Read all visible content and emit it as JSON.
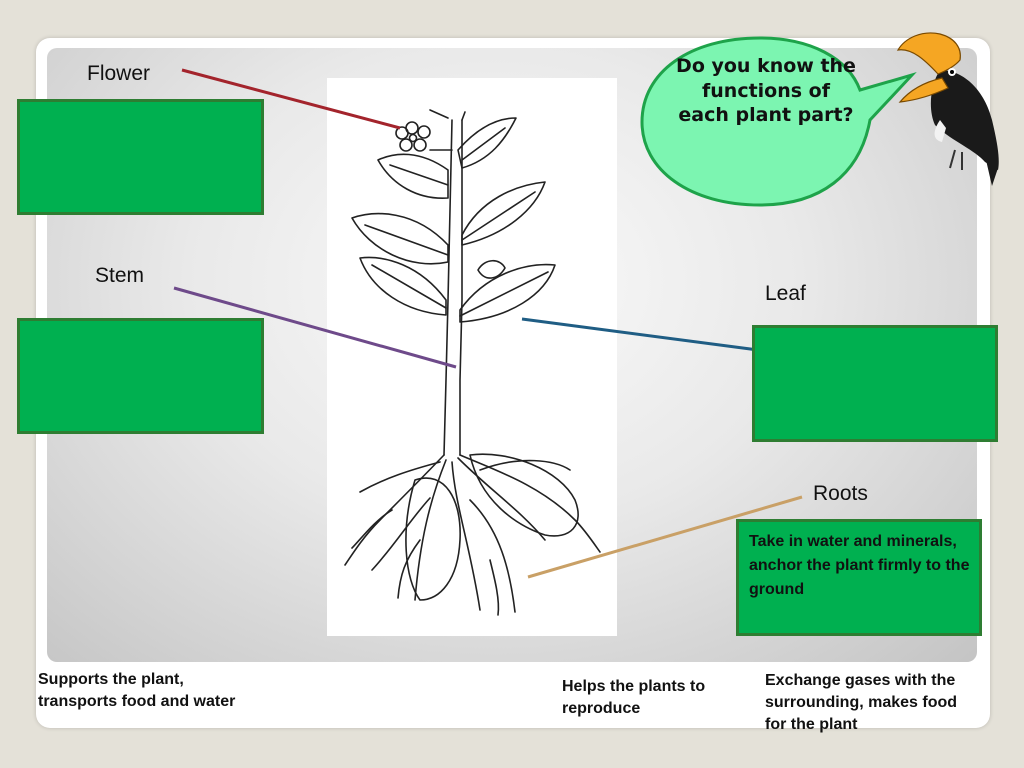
{
  "labels": {
    "flower": "Flower",
    "stem": "Stem",
    "leaf": "Leaf",
    "roots": "Roots"
  },
  "speech_bubble": {
    "text": "Do you know the functions of each plant part?"
  },
  "answer_boxes": {
    "flower": "",
    "stem": "",
    "leaf": "",
    "roots": "Take in water and minerals, anchor the plant firmly to the ground"
  },
  "answer_options": {
    "stem": "Supports the plant, transports food and water",
    "flower": "Helps the plants to reproduce",
    "leaf": "Exchange gases with the surrounding, makes food for the plant"
  },
  "colors": {
    "box_fill": "#00b050",
    "box_border": "#2e7d32",
    "bubble_fill": "#7cf5b1",
    "bubble_border": "#1ea34a",
    "flower_line": "#a3242c",
    "stem_line": "#6e4a8a",
    "leaf_line": "#1f5d84",
    "roots_line": "#c9a066",
    "hornbill_beak": "#f5a623"
  }
}
